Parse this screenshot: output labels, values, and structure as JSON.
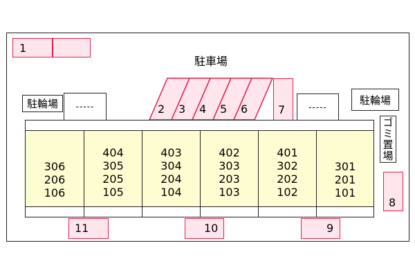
{
  "parking_lot_label": "駐車場",
  "bike_parking_left": "駐輪場",
  "bike_parking_right": "駐輪場",
  "garbage_area": "ゴミ置場",
  "placeholder_left": "-----",
  "placeholder_right": "-----",
  "slots": {
    "s1": "1",
    "s2": "2",
    "s3": "3",
    "s4": "4",
    "s5": "5",
    "s6": "6",
    "s7": "7",
    "s8": "8",
    "s9": "9",
    "s10": "10",
    "s11": "11"
  },
  "units": [
    {
      "rooms": [
        "306",
        "206",
        "106"
      ]
    },
    {
      "rooms": [
        "404",
        "305",
        "205",
        "105"
      ]
    },
    {
      "rooms": [
        "403",
        "304",
        "204",
        "104"
      ]
    },
    {
      "rooms": [
        "402",
        "303",
        "203",
        "103"
      ]
    },
    {
      "rooms": [
        "401",
        "302",
        "202",
        "102"
      ]
    },
    {
      "rooms": [
        "301",
        "201",
        "101"
      ]
    }
  ],
  "colors": {
    "slot_border": "#e0204a",
    "slot_fill": "#ffe6ec",
    "unit_fill": "#fefdd2"
  }
}
